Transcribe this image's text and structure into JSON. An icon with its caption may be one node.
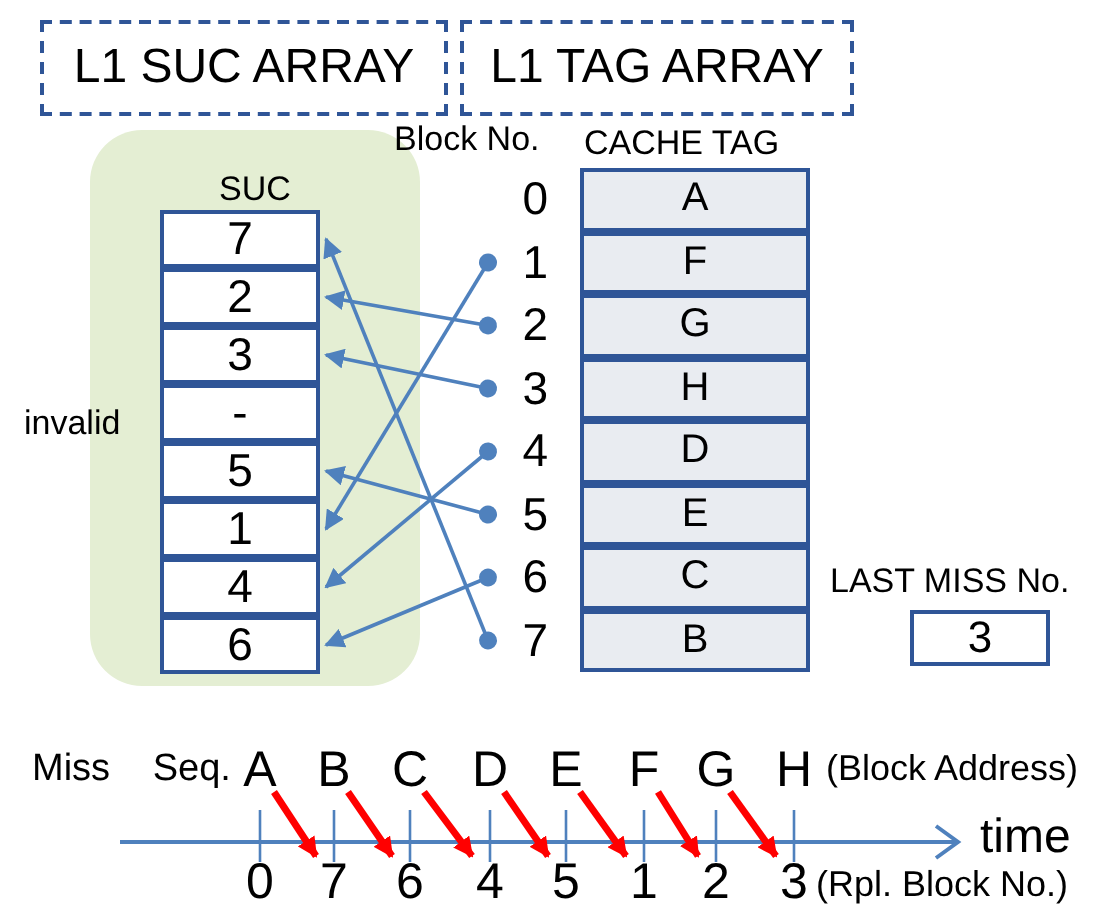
{
  "diagram": {
    "nodes": [
      {
        "text": [
          "L1 SUC ARRAY"
        ]
      },
      {
        "text": [
          "L1 TAG ARRAY"
        ]
      },
      {
        "text": [
          "SUC"
        ]
      },
      {
        "text": [
          "7"
        ],
        "in": 2
      },
      {
        "text": [
          "2"
        ],
        "in": 2
      },
      {
        "text": [
          "3"
        ],
        "in": 2
      },
      {
        "text": [
          "-"
        ],
        "in": 2
      },
      {
        "text": [
          "5"
        ],
        "in": 2
      },
      {
        "text": [
          "1"
        ],
        "in": 2
      },
      {
        "text": [
          "4"
        ],
        "in": 2
      },
      {
        "text": [
          "6"
        ],
        "in": 2
      },
      {
        "text": [
          "0"
        ]
      },
      {
        "text": [
          "1"
        ]
      },
      {
        "text": [
          "2"
        ]
      },
      {
        "text": [
          "3"
        ]
      },
      {
        "text": [
          "4"
        ]
      },
      {
        "text": [
          "5"
        ]
      },
      {
        "text": [
          "6"
        ]
      },
      {
        "text": [
          "7"
        ]
      },
      {
        "text": [
          "A"
        ]
      },
      {
        "text": [
          "F"
        ]
      },
      {
        "text": [
          "G"
        ]
      },
      {
        "text": [
          "H"
        ]
      },
      {
        "text": [
          "D"
        ]
      },
      {
        "text": [
          "E"
        ]
      },
      {
        "text": [
          "C"
        ]
      },
      {
        "text": [
          "B"
        ]
      },
      {
        "text": [
          "3"
        ],
        "beside": [
          "LAST MISS No."
        ]
      },
      {
        "text": [
          "A"
        ]
      },
      {
        "text": [
          "B"
        ]
      },
      {
        "text": [
          "C"
        ]
      },
      {
        "text": [
          "D"
        ]
      },
      {
        "text": [
          "E"
        ]
      },
      {
        "text": [
          "F"
        ]
      },
      {
        "text": [
          "G"
        ]
      },
      {
        "text": [
          "H"
        ]
      },
      {
        "text": [
          "0"
        ]
      },
      {
        "text": [
          "7"
        ]
      },
      {
        "text": [
          "6"
        ]
      },
      {
        "text": [
          "4"
        ]
      },
      {
        "text": [
          "5"
        ]
      },
      {
        "text": [
          "1"
        ]
      },
      {
        "text": [
          "2"
        ]
      },
      {
        "text": [
          "3"
        ]
      }
    ],
    "edges": [
      {
        "from": 18,
        "to": 3,
        "arrow": "to"
      },
      {
        "from": 13,
        "to": 4,
        "arrow": "to"
      },
      {
        "from": 14,
        "to": 5,
        "arrow": "to"
      },
      {
        "from": 12,
        "to": 8,
        "arrow": "to"
      },
      {
        "from": 16,
        "to": 7,
        "arrow": "to"
      },
      {
        "from": 15,
        "to": 9,
        "arrow": "to"
      },
      {
        "from": 17,
        "to": 10,
        "arrow": "to"
      },
      {
        "from": 28,
        "to": 37,
        "arrow": "to",
        "style": "thick",
        "color": "#ff0000"
      },
      {
        "from": 29,
        "to": 38,
        "arrow": "to",
        "style": "thick",
        "color": "#ff0000"
      },
      {
        "from": 30,
        "to": 39,
        "arrow": "to",
        "style": "thick",
        "color": "#ff0000"
      },
      {
        "from": 31,
        "to": 40,
        "arrow": "to",
        "style": "thick",
        "color": "#ff0000"
      },
      {
        "from": 32,
        "to": 41,
        "arrow": "to",
        "style": "thick",
        "color": "#ff0000"
      },
      {
        "from": 33,
        "to": 42,
        "arrow": "to",
        "style": "thick",
        "color": "#ff0000"
      },
      {
        "from": 34,
        "to": 43,
        "arrow": "to",
        "style": "thick",
        "color": "#ff0000"
      }
    ],
    "labels": [
      "Block No.",
      "CACHE TAG",
      "invalid",
      "Miss Seq.",
      "(Block Address)",
      "time",
      "(Rpl. Block No.)"
    ]
  }
}
